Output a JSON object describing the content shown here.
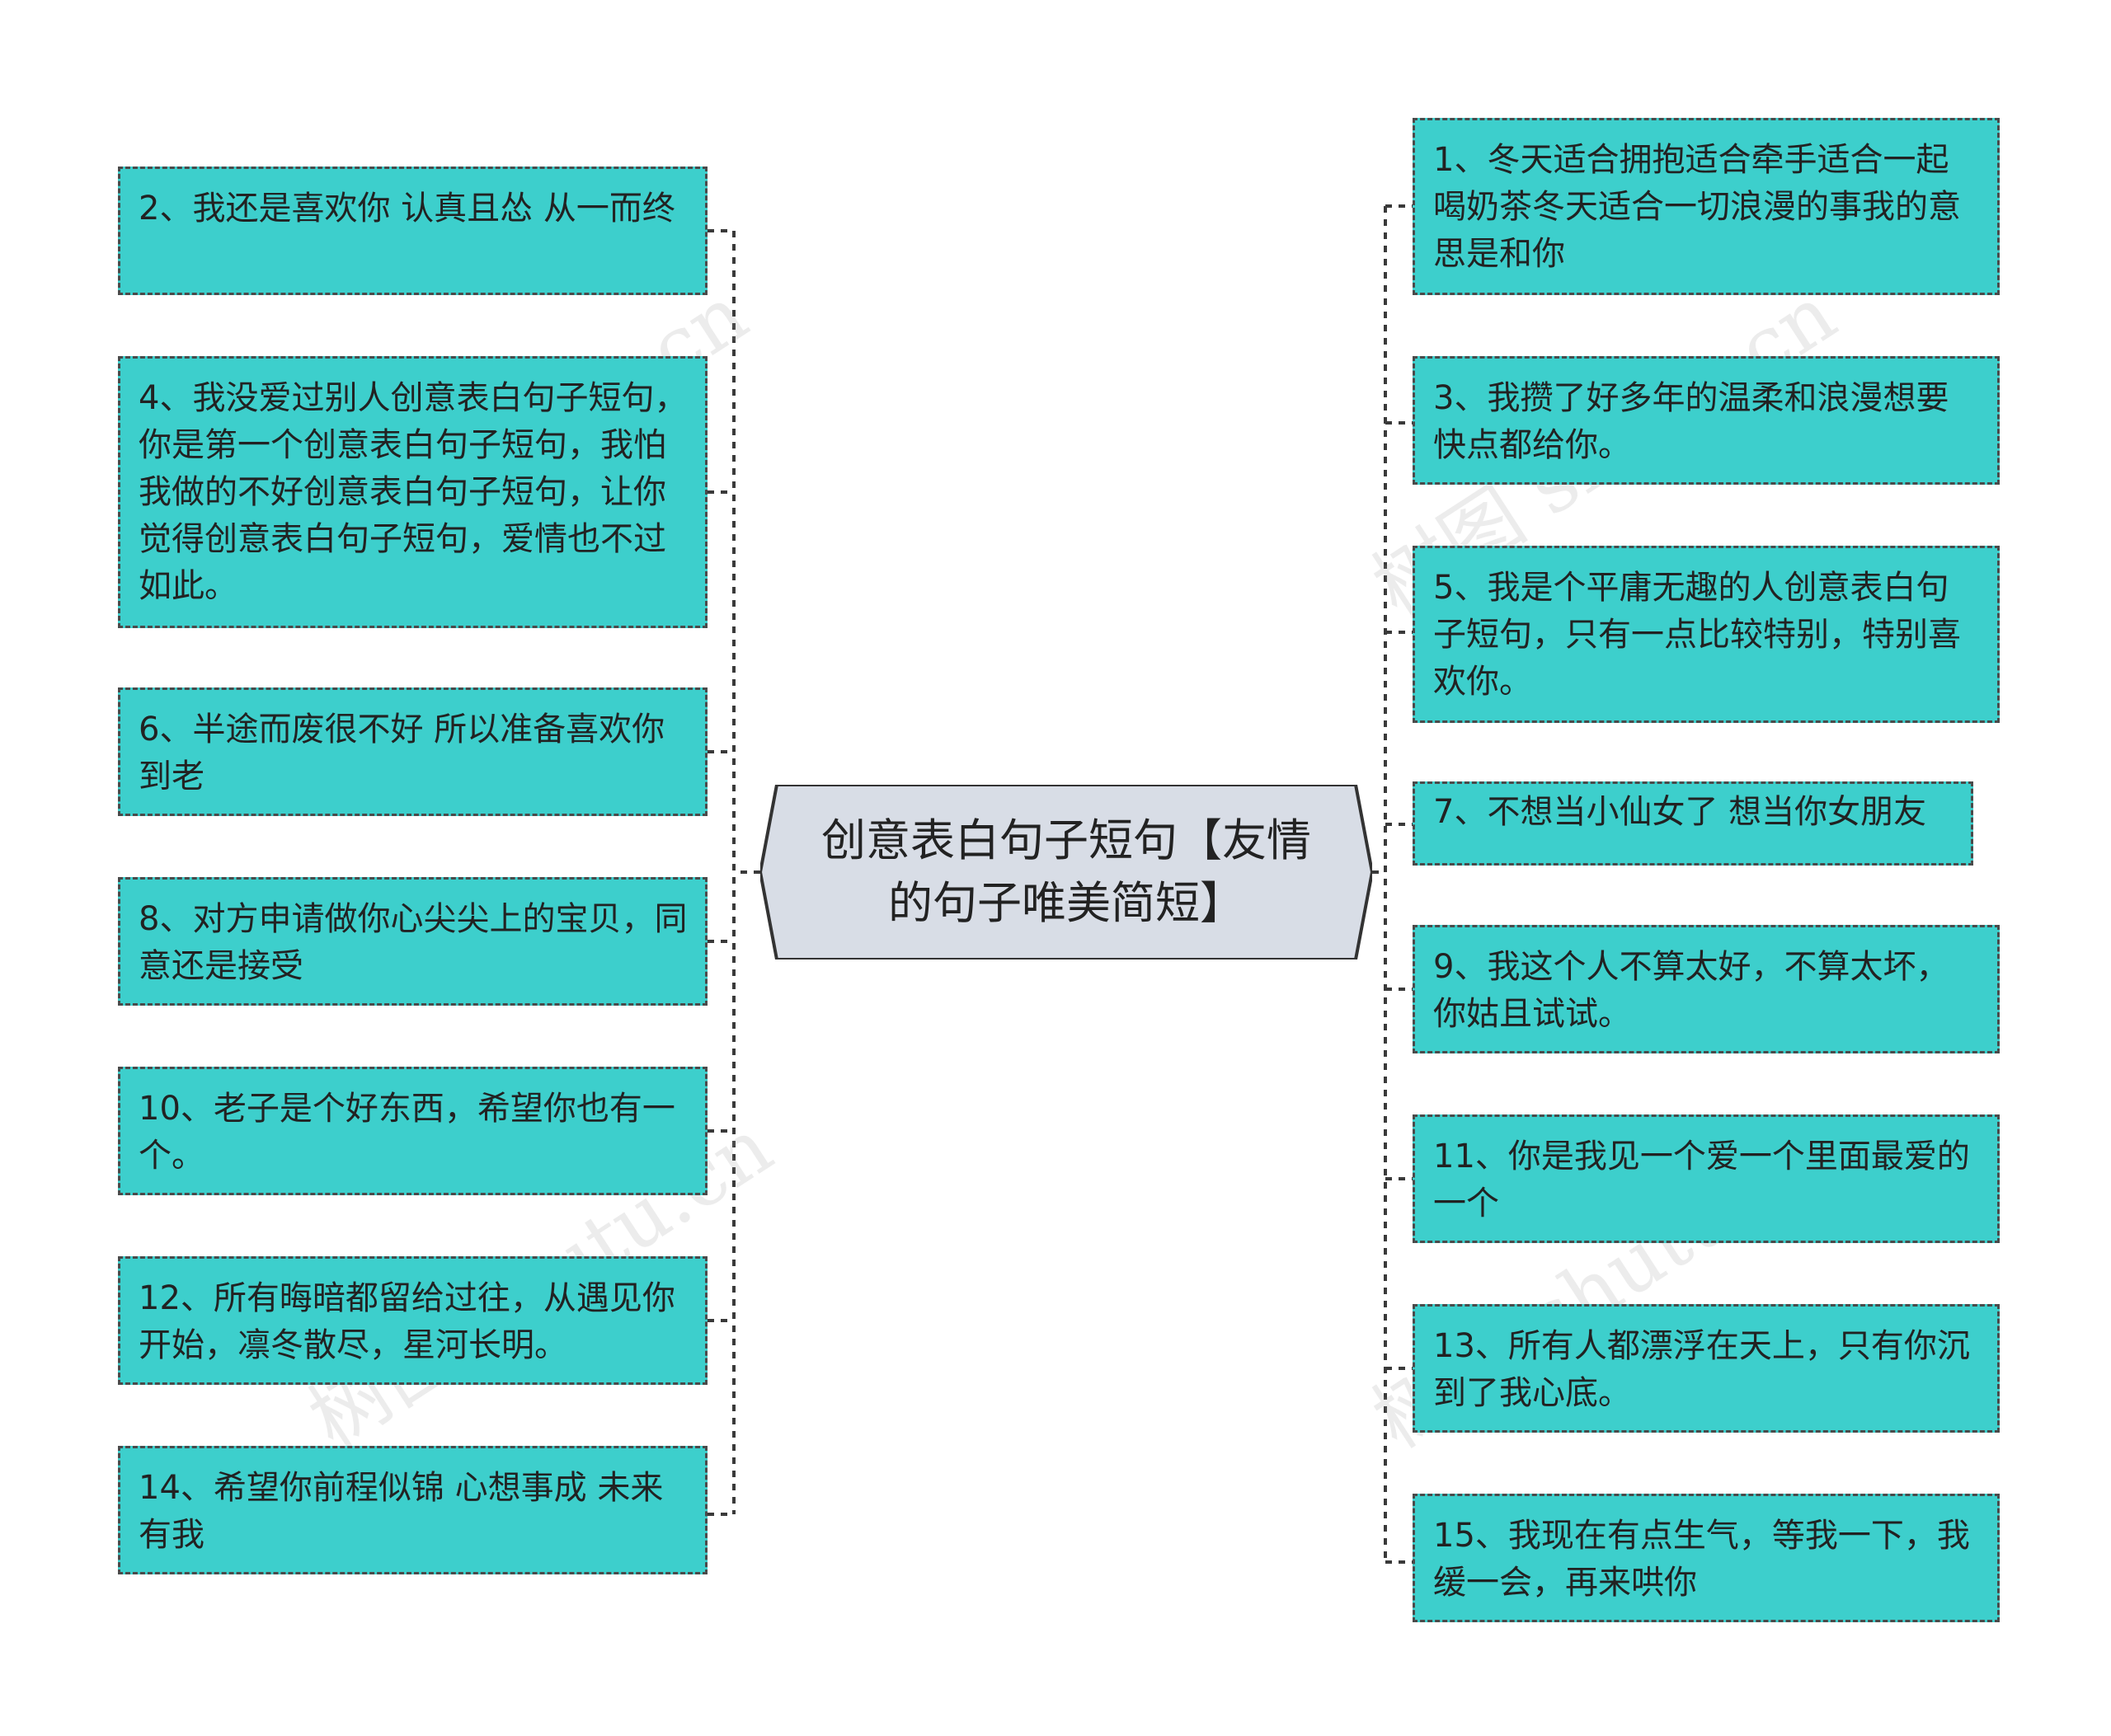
{
  "center": {
    "title": "创意表白句子短句【友情的句子唯美简短】"
  },
  "colors": {
    "node_fill": "#3dcfcc",
    "center_fill": "#d8dde6",
    "border": "#4a4a4a"
  },
  "left_nodes": [
    {
      "text": "2、我还是喜欢你 认真且怂 从一而终"
    },
    {
      "text": "4、我没爱过别人创意表白句子短句，你是第一个创意表白句子短句，我怕我做的不好创意表白句子短句，让你觉得创意表白句子短句，爱情也不过如此。"
    },
    {
      "text": "6、半途而废很不好 所以准备喜欢你到老"
    },
    {
      "text": "8、对方申请做你心尖尖上的宝贝，同意还是接受"
    },
    {
      "text": "10、老子是个好东西，希望你也有一个。"
    },
    {
      "text": "12、所有晦暗都留给过往，从遇见你开始，凛冬散尽，星河长明。"
    },
    {
      "text": "14、希望你前程似锦 心想事成 未来有我"
    }
  ],
  "right_nodes": [
    {
      "text": "1、冬天适合拥抱适合牵手适合一起喝奶茶冬天适合一切浪漫的事我的意思是和你"
    },
    {
      "text": "3、我攒了好多年的温柔和浪漫想要快点都给你。"
    },
    {
      "text": "5、我是个平庸无趣的人创意表白句子短句，只有一点比较特别，特别喜欢你。"
    },
    {
      "text": "7、不想当小仙女了 想当你女朋友"
    },
    {
      "text": "9、我这个人不算太好，不算太坏，你姑且试试。"
    },
    {
      "text": "11、你是我见一个爱一个里面最爱的一个"
    },
    {
      "text": "13、所有人都漂浮在天上，只有你沉到了我心底。"
    },
    {
      "text": "15、我现在有点生气，等我一下，我缓一会，再来哄你"
    }
  ],
  "watermarks": [
    "树图 shutu.cn",
    "树图 shutu.cn",
    "树图 shutu.cn",
    "树图 shutu.cn"
  ]
}
